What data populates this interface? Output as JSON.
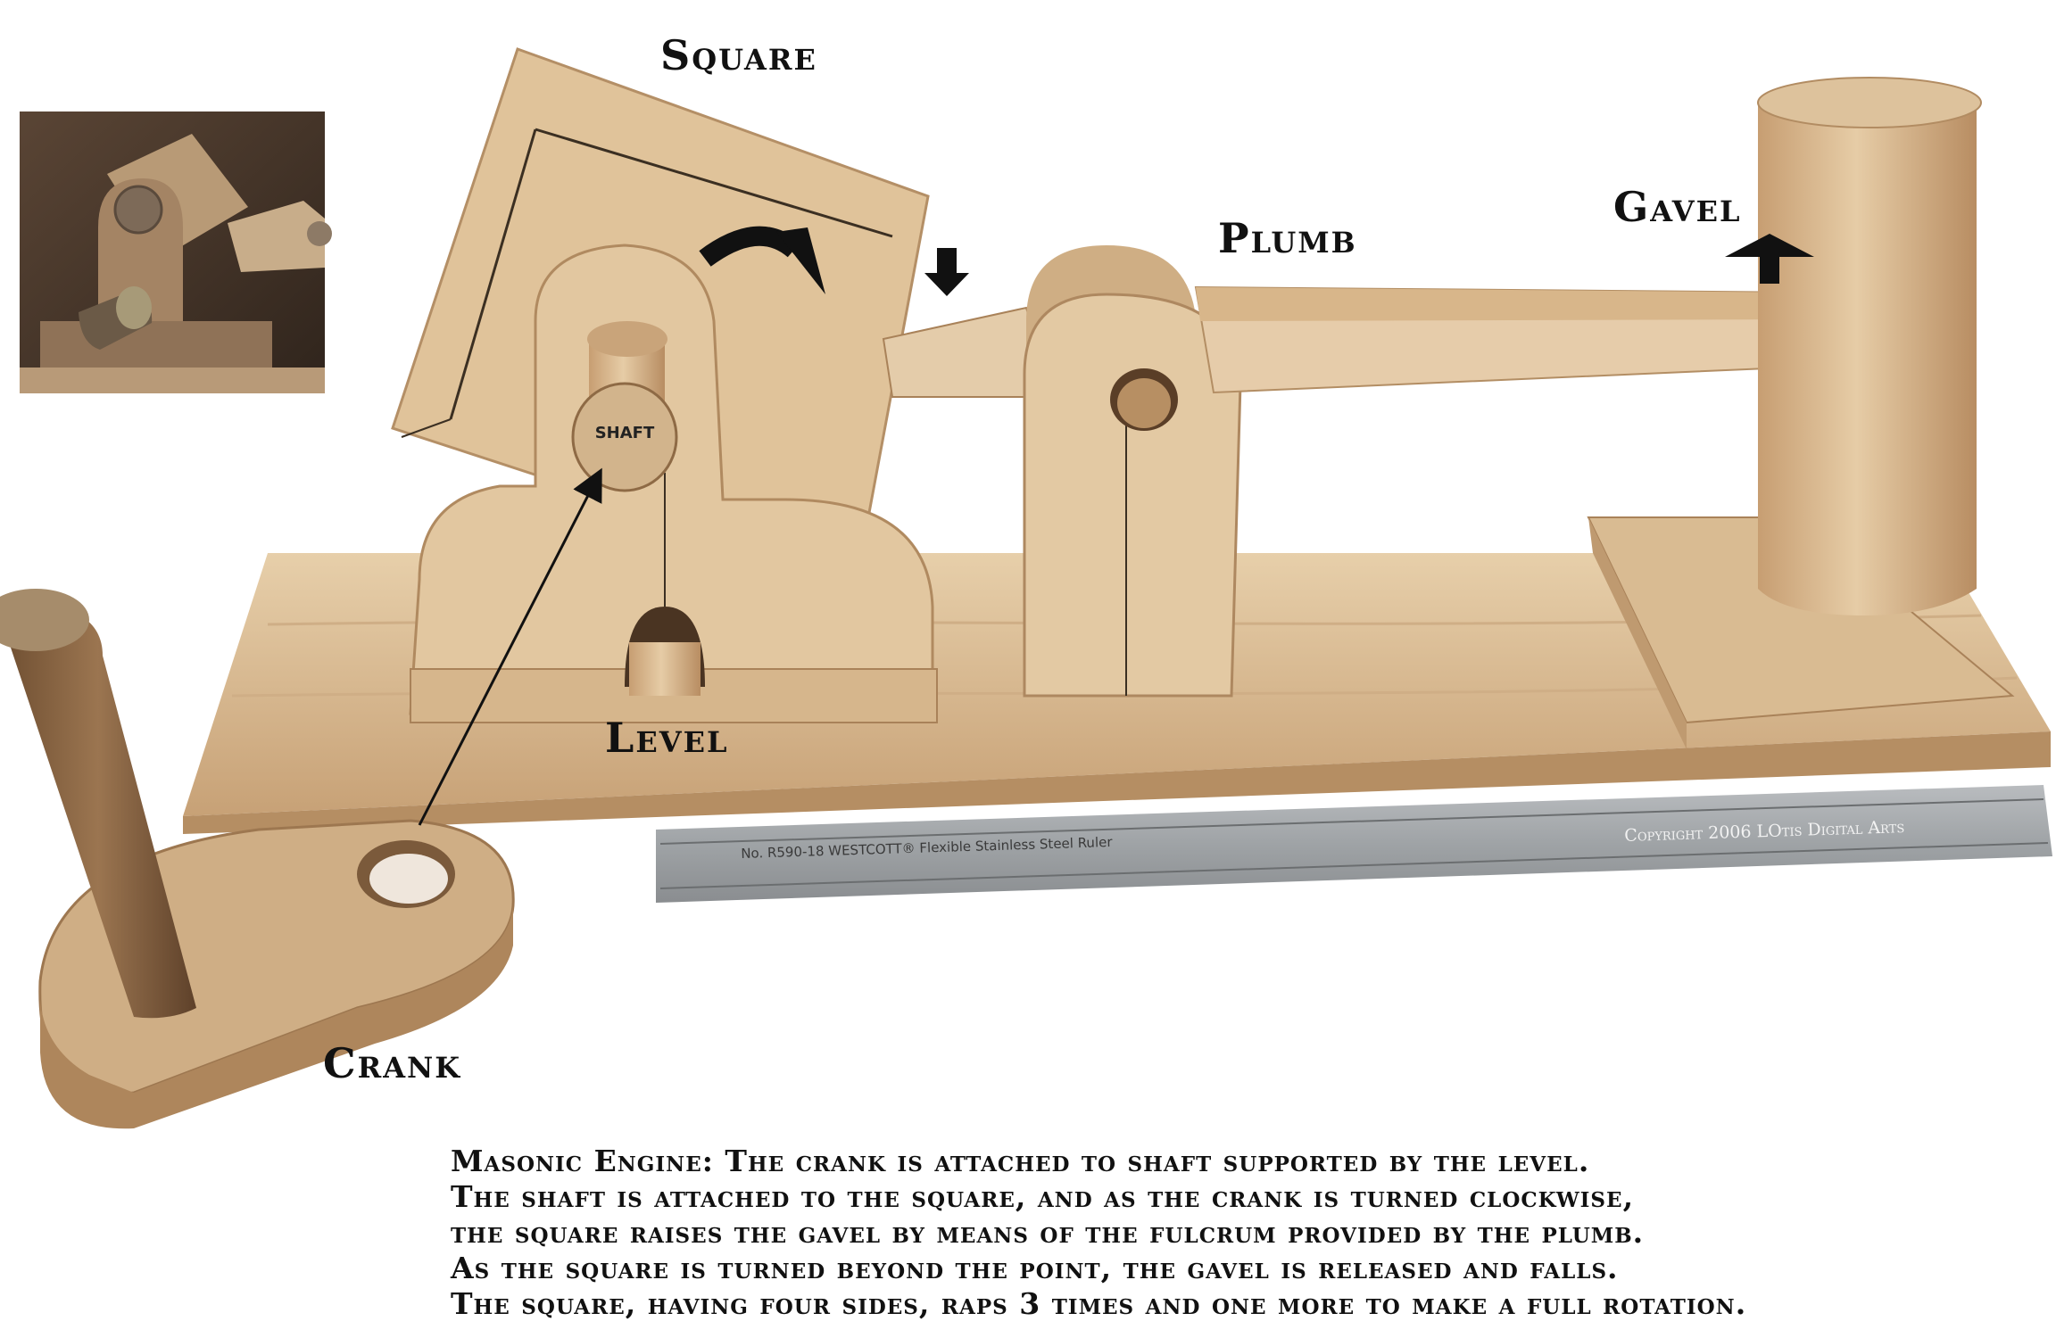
{
  "labels": {
    "square": "Square",
    "plumb": "Plumb",
    "gavel": "Gavel",
    "level": "Level",
    "crank": "Crank",
    "shaft": "SHAFT"
  },
  "ruler": {
    "brand": "No. R590-18  WESTCOTT®  Flexible  Stainless  Steel  Ruler",
    "copyright": "Copyright 2006 LOtis Digital Arts"
  },
  "caption": [
    "Masonic Engine: The crank is attached to shaft supported by the level.",
    "The shaft is attached to the square, and as the crank is turned clockwise,",
    "the square raises the gavel by means of the fulcrum provided by the plumb.",
    "As the square is turned beyond the point, the gavel is released and falls.",
    "The square, having four sides, raps 3 times and one more to make a full rotation."
  ],
  "colors": {
    "wood_light": "#e3c9a3",
    "wood_mid": "#c9a47a",
    "wood_dark": "#9c7750",
    "text": "#111111"
  }
}
